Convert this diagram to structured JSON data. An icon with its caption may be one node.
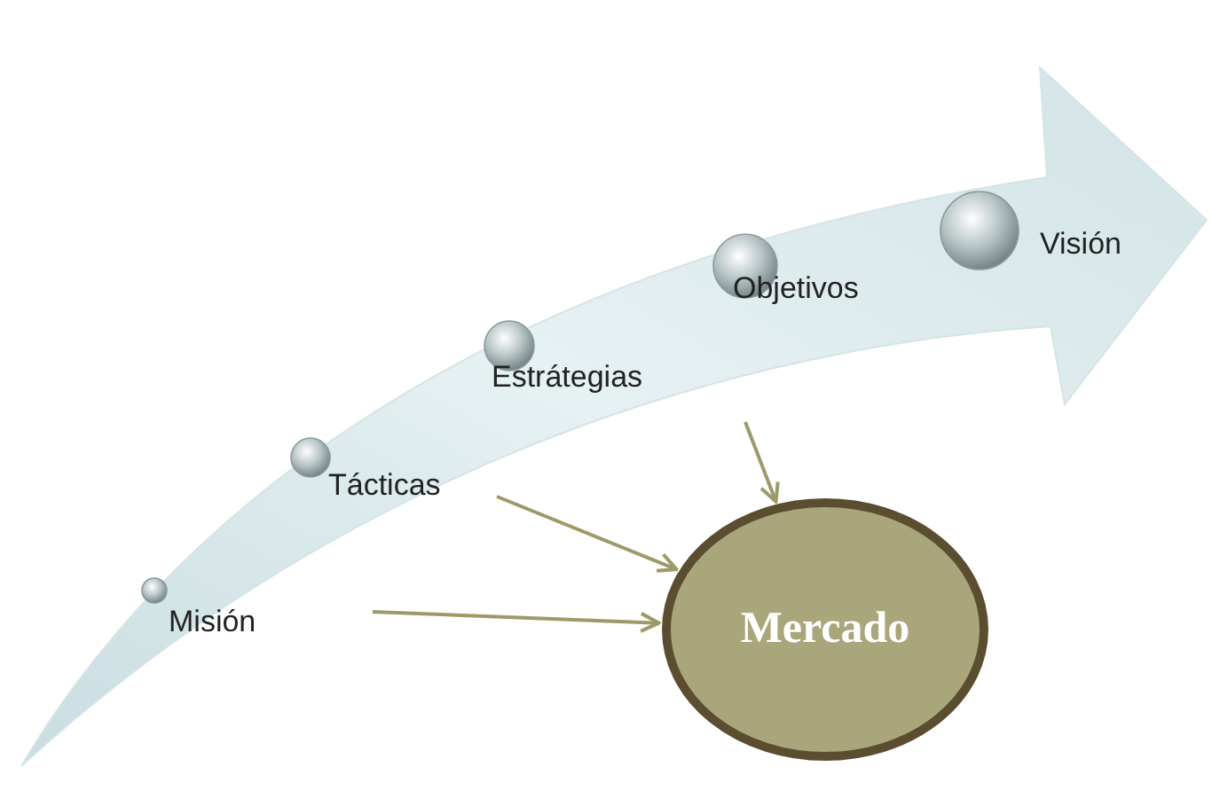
{
  "diagram": {
    "nodes": [
      {
        "text": [
          "Misión"
        ]
      },
      {
        "text": [
          "Tácticas"
        ]
      },
      {
        "text": [
          "Estrátegias"
        ]
      },
      {
        "text": [
          "Objetivos"
        ]
      },
      {
        "text": [
          "Visión"
        ]
      },
      {
        "text": [
          "Mercado"
        ]
      }
    ],
    "edges": [
      {
        "from": 0,
        "to": 5,
        "arrow": "to"
      },
      {
        "from": 1,
        "to": 5,
        "arrow": "to"
      },
      {
        "from": 2,
        "to": 5,
        "arrow": "to"
      }
    ]
  }
}
